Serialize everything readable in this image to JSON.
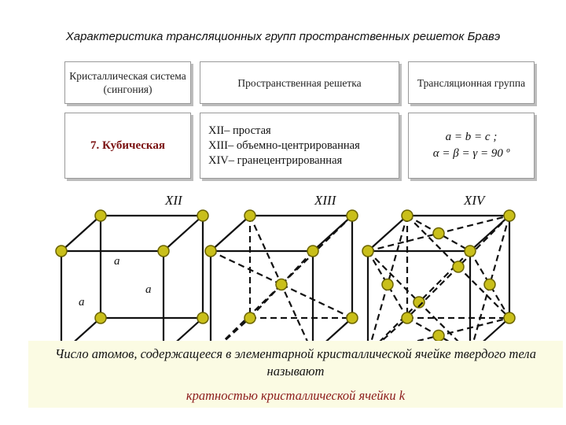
{
  "title": "Характеристика трансляционных групп пространственных решеток Бравэ",
  "table": {
    "headers": [
      "Кристаллическая система (сингония)",
      "Пространственная решетка",
      "Трансляционная группа"
    ],
    "row": {
      "system": "7. Кубическая",
      "lattices": [
        "XII– простая",
        "XIII– объемно-центрированная",
        "XIV– гранецентрированная"
      ],
      "group_line1": "a = b = c ;",
      "group_line2": "α = β = γ = 90 º"
    }
  },
  "cubes": {
    "labels": [
      "XII",
      "XIII",
      "XIV"
    ],
    "edge_label": "a"
  },
  "note": {
    "text": "Число атомов, содержащееся в элементарной кристаллической ячейке твердого тела называют",
    "term": "кратностью кристаллической ячейки k"
  },
  "colors": {
    "atom": "#c9bf1a",
    "atom_stroke": "#6b6400",
    "term": "#8b1a1a",
    "note_bg": "#fbfbe3"
  }
}
